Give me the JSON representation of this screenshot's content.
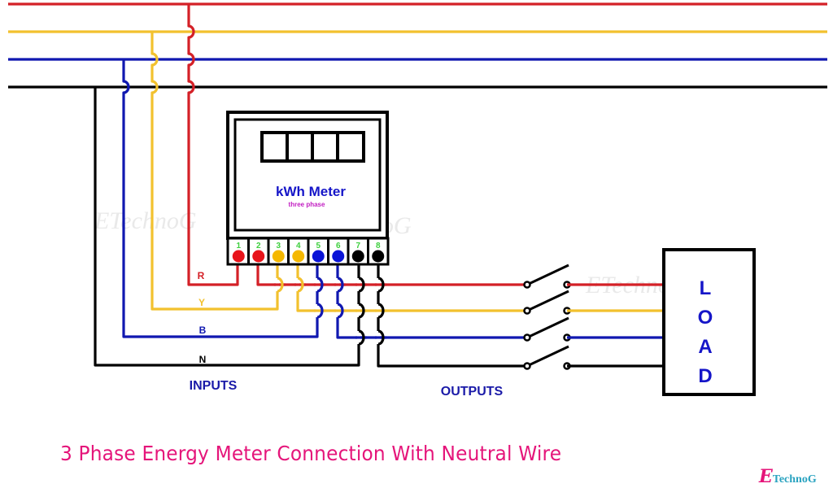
{
  "title": "3 Phase Energy Meter Connection With Neutral Wire",
  "brand": {
    "initial": "E",
    "rest": "TechnoG"
  },
  "watermark": "ETechnoG",
  "meter": {
    "label": "kWh Meter",
    "sublabel": "three phase",
    "display_digits": 4,
    "terminals": [
      {
        "number": "1",
        "color": "#e8141b",
        "role": "R input"
      },
      {
        "number": "2",
        "color": "#e8141b",
        "role": "R output"
      },
      {
        "number": "3",
        "color": "#f5b800",
        "role": "Y input"
      },
      {
        "number": "4",
        "color": "#f5b800",
        "role": "Y output"
      },
      {
        "number": "5",
        "color": "#0a14d8",
        "role": "B input"
      },
      {
        "number": "6",
        "color": "#0a14d8",
        "role": "B output"
      },
      {
        "number": "7",
        "color": "#000000",
        "role": "N input"
      },
      {
        "number": "8",
        "color": "#000000",
        "role": "N output"
      }
    ]
  },
  "phases": [
    {
      "name": "R",
      "color": "#d42027"
    },
    {
      "name": "Y",
      "color": "#f2c12e"
    },
    {
      "name": "B",
      "color": "#1018b0"
    },
    {
      "name": "N",
      "color": "#000000"
    }
  ],
  "labels": {
    "inputs": "INPUTS",
    "outputs": "OUTPUTS",
    "load": [
      "L",
      "O",
      "A",
      "D"
    ]
  },
  "colors": {
    "title": "#e5157a",
    "label_blue": "#1a1aa8",
    "terminal_number": "#3ecf3e",
    "meter_label": "#1515c8",
    "meter_sublabel": "#c21fc2"
  }
}
